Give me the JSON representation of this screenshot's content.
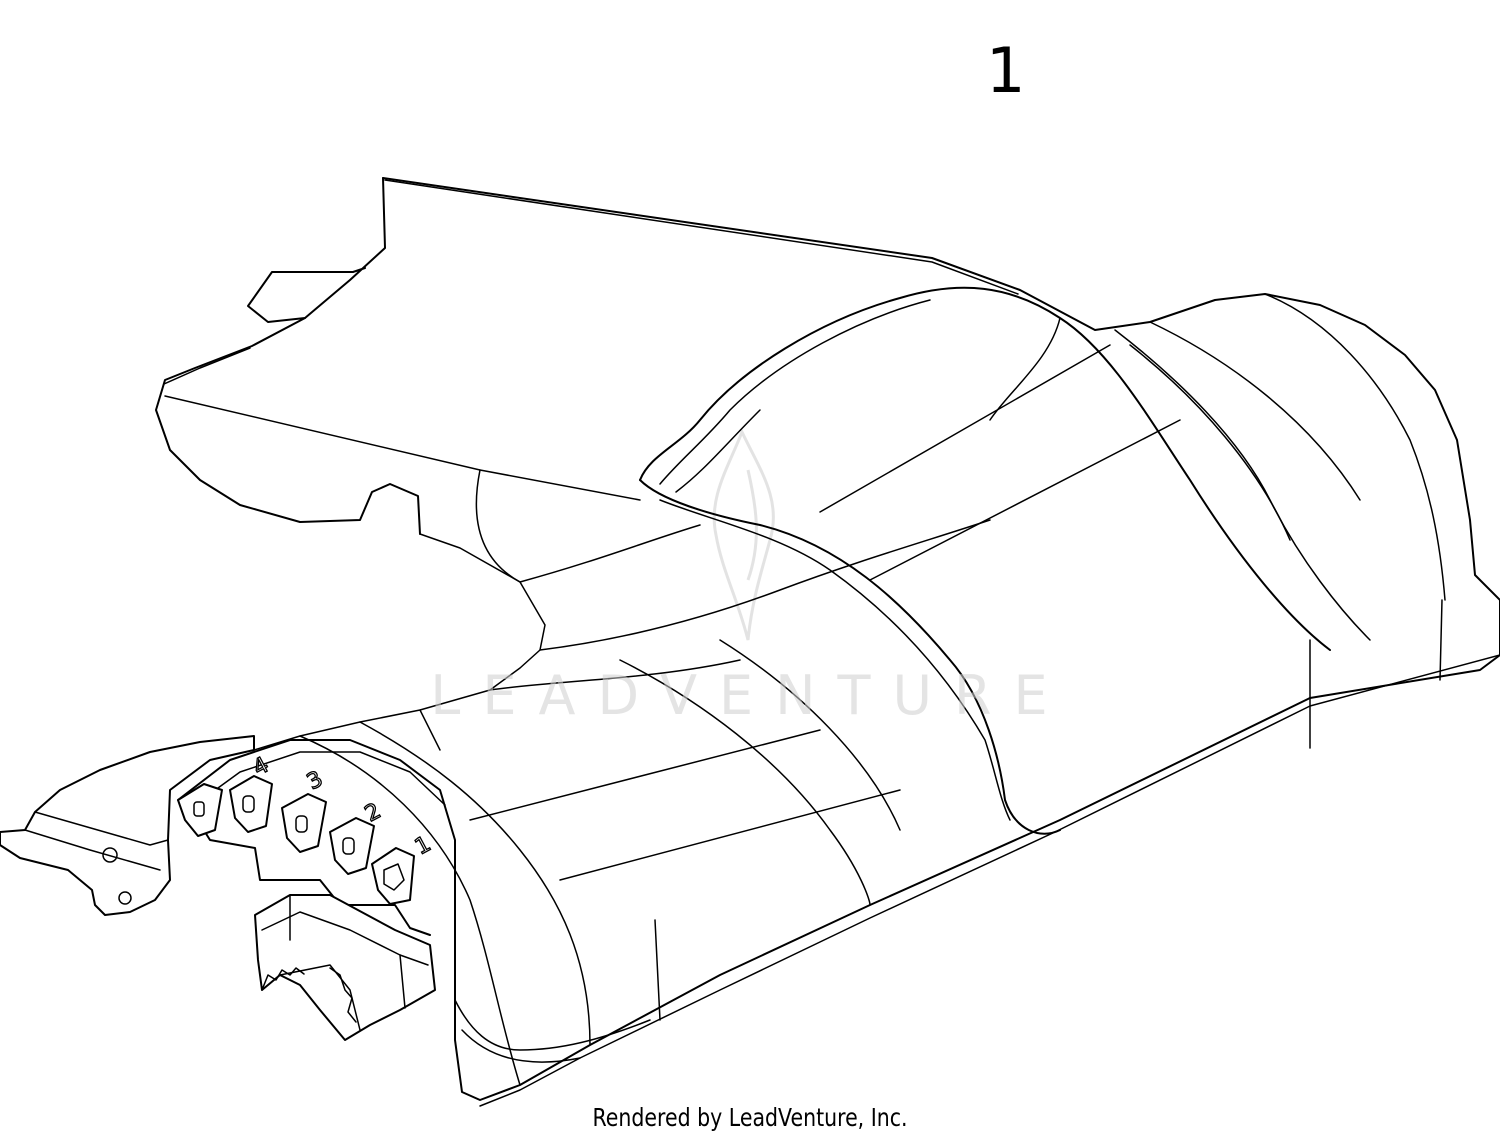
{
  "diagram": {
    "part_callout": "1",
    "watermark_text": "LEADVENTURE",
    "footer_credit": "Rendered by LeadVenture, Inc.",
    "height_dial_numbers": [
      "1",
      "2",
      "3",
      "4"
    ],
    "colors": {
      "line": "#000000",
      "background": "#ffffff",
      "watermark": "#cfcfcf"
    }
  }
}
